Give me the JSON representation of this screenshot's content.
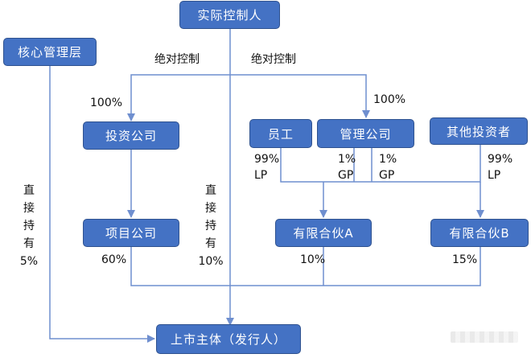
{
  "nodes": {
    "controller": "实际控制人",
    "core_mgmt": "核心管理层",
    "invest_co": "投资公司",
    "employee": "员工",
    "mgmt_co": "管理公司",
    "other_investors": "其他投资者",
    "project_co": "项目公司",
    "lp_a": "有限合伙A",
    "lp_b": "有限合伙B",
    "listed_entity": "上市主体（发行人）"
  },
  "labels": {
    "absolute_control_left": "绝对控制",
    "absolute_control_right": "绝对控制",
    "pct_invest_co": "100%",
    "pct_mgmt_co": "100%",
    "employee_share": "99%",
    "employee_role": "LP",
    "mgmt_gp_left_share": "1%",
    "mgmt_gp_left_role": "GP",
    "mgmt_gp_right_share": "1%",
    "mgmt_gp_right_role": "GP",
    "other_share": "99%",
    "other_role": "LP",
    "project_to_listed": "60%",
    "lp_a_to_listed": "10%",
    "lp_b_to_listed": "15%",
    "core_direct": [
      "直",
      "接",
      "持",
      "有",
      "5%"
    ],
    "controller_direct": [
      "直",
      "接",
      "持",
      "有",
      "10%"
    ]
  },
  "colors": {
    "box_fill": "#4472C4",
    "box_border": "#2F528F",
    "line": "#6F8FCF",
    "text_on_box": "#FFFFFF",
    "label_text": "#111111"
  }
}
